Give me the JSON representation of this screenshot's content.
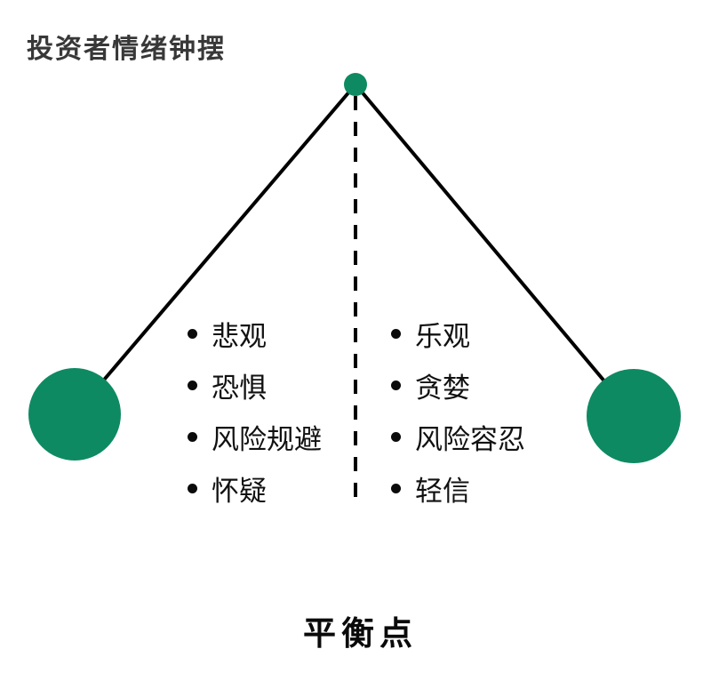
{
  "title": "投资者情绪钟摆",
  "colors": {
    "ball": "#0E8A62",
    "line": "#000000",
    "title_text": "#383838",
    "list_text": "#111111"
  },
  "lists": {
    "left": [
      "悲观",
      "恐惧",
      "风险规避",
      "怀疑"
    ],
    "right": [
      "乐观",
      "贪婪",
      "风险容忍",
      "轻信"
    ]
  },
  "balance_label": "平衡点"
}
